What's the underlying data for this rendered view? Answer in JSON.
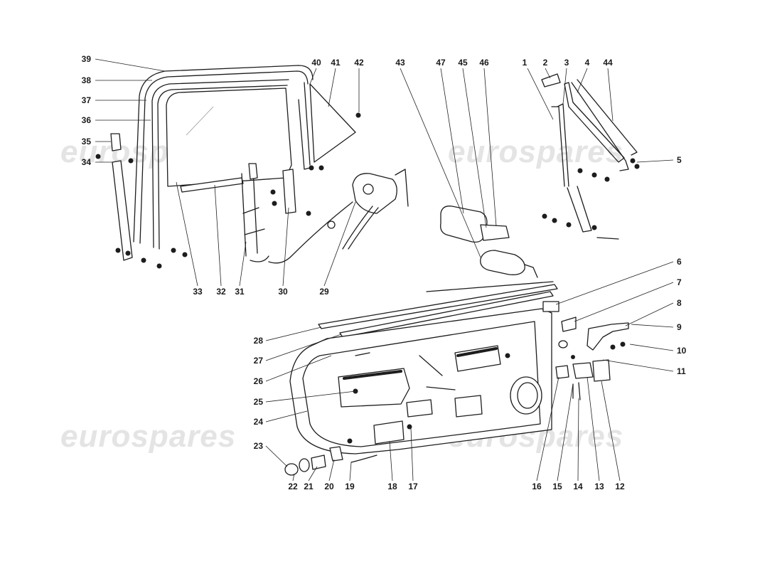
{
  "watermark": "eurospares",
  "callouts": [
    "1",
    "2",
    "3",
    "4",
    "5",
    "6",
    "7",
    "8",
    "9",
    "10",
    "11",
    "12",
    "13",
    "14",
    "15",
    "16",
    "17",
    "18",
    "19",
    "20",
    "21",
    "22",
    "23",
    "24",
    "25",
    "26",
    "27",
    "28",
    "29",
    "30",
    "31",
    "32",
    "33",
    "34",
    "35",
    "36",
    "37",
    "38",
    "39",
    "40",
    "41",
    "42",
    "43",
    "44",
    "45",
    "46",
    "47"
  ]
}
